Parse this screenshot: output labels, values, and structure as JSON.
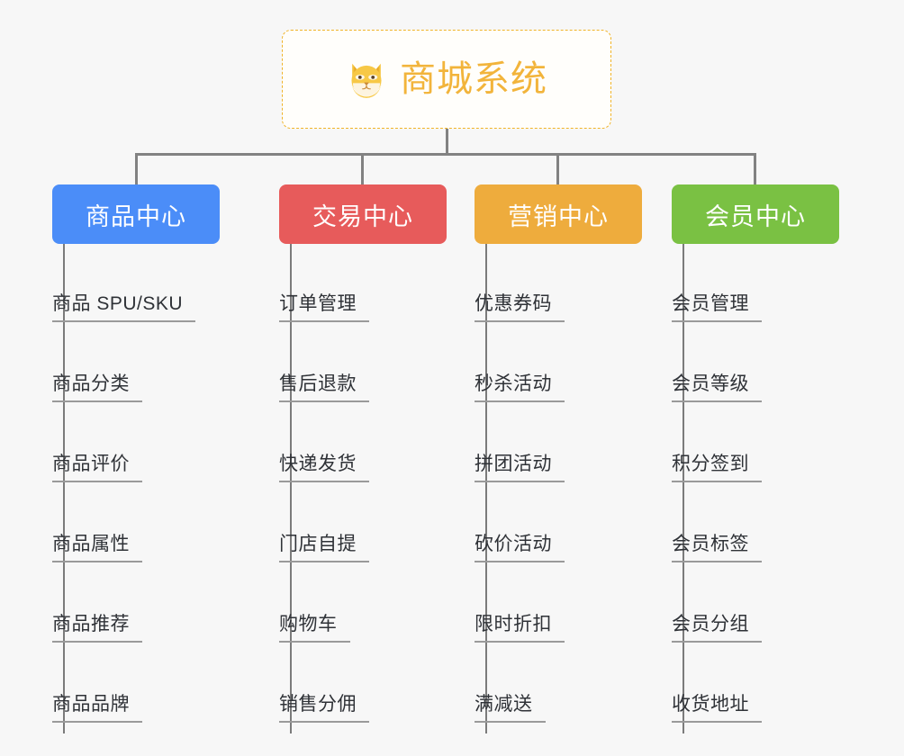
{
  "root": {
    "title": "商城系统",
    "icon": "shiba-dog-face-icon",
    "border_color": "#f0b429",
    "text_color": "#f2b43b"
  },
  "connector_color": "#828282",
  "background_color": "#f7f7f7",
  "columns": [
    {
      "id": "product-center",
      "label": "商品中心",
      "color": "#4b8df8",
      "items": [
        "商品 SPU/SKU",
        "商品分类",
        "商品评价",
        "商品属性",
        "商品推荐",
        "商品品牌"
      ]
    },
    {
      "id": "trade-center",
      "label": "交易中心",
      "color": "#e75b5b",
      "items": [
        "订单管理",
        "售后退款",
        "快递发货",
        "门店自提",
        "购物车",
        "销售分佣"
      ]
    },
    {
      "id": "marketing-center",
      "label": "营销中心",
      "color": "#eeac3d",
      "items": [
        "优惠券码",
        "秒杀活动",
        "拼团活动",
        "砍价活动",
        "限时折扣",
        "满减送"
      ]
    },
    {
      "id": "member-center",
      "label": "会员中心",
      "color": "#7ac143",
      "items": [
        "会员管理",
        "会员等级",
        "积分签到",
        "会员标签",
        "会员分组",
        "收货地址"
      ]
    }
  ]
}
